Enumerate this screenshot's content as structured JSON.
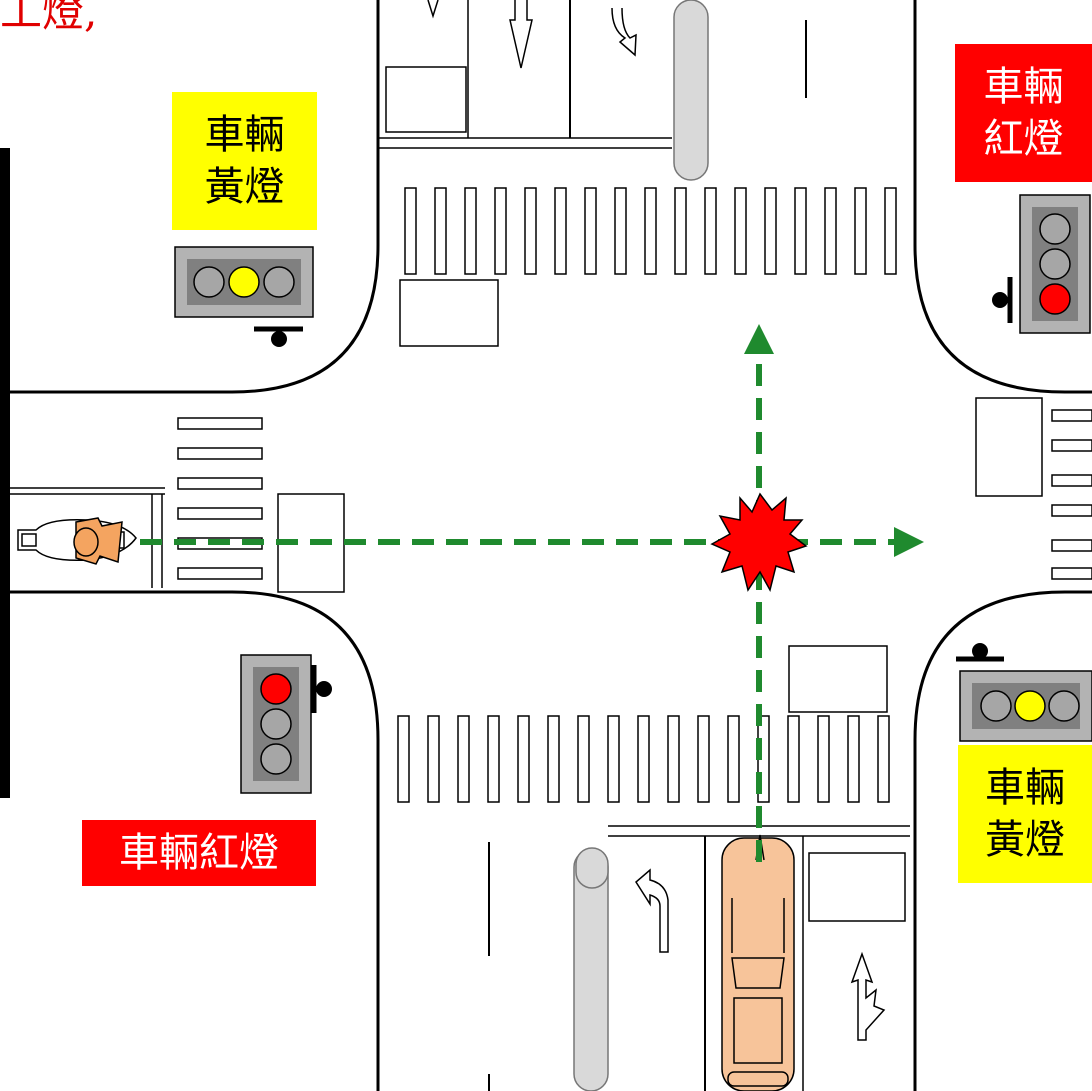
{
  "top_left_text": "工燈,",
  "labels": {
    "nw": "車輛\n黃燈",
    "ne": "車輛\n紅燈",
    "sw": "車輛紅燈",
    "se": "車輛\n黃燈"
  },
  "signals": {
    "nw": {
      "active": "yellow"
    },
    "ne": {
      "active": "red"
    },
    "sw": {
      "active": "red"
    },
    "se": {
      "active": "yellow"
    }
  },
  "colors": {
    "yellow_box": "#ffff00",
    "red_box": "#ff0000",
    "path": "#1f8a2e",
    "collision": "#ff0000",
    "car": "#f7c49a",
    "rider": "#f4a460"
  },
  "icons": [
    "collision-burst-icon",
    "car-icon",
    "scooter-icon",
    "path-arrow-icon",
    "traffic-light-icon"
  ]
}
